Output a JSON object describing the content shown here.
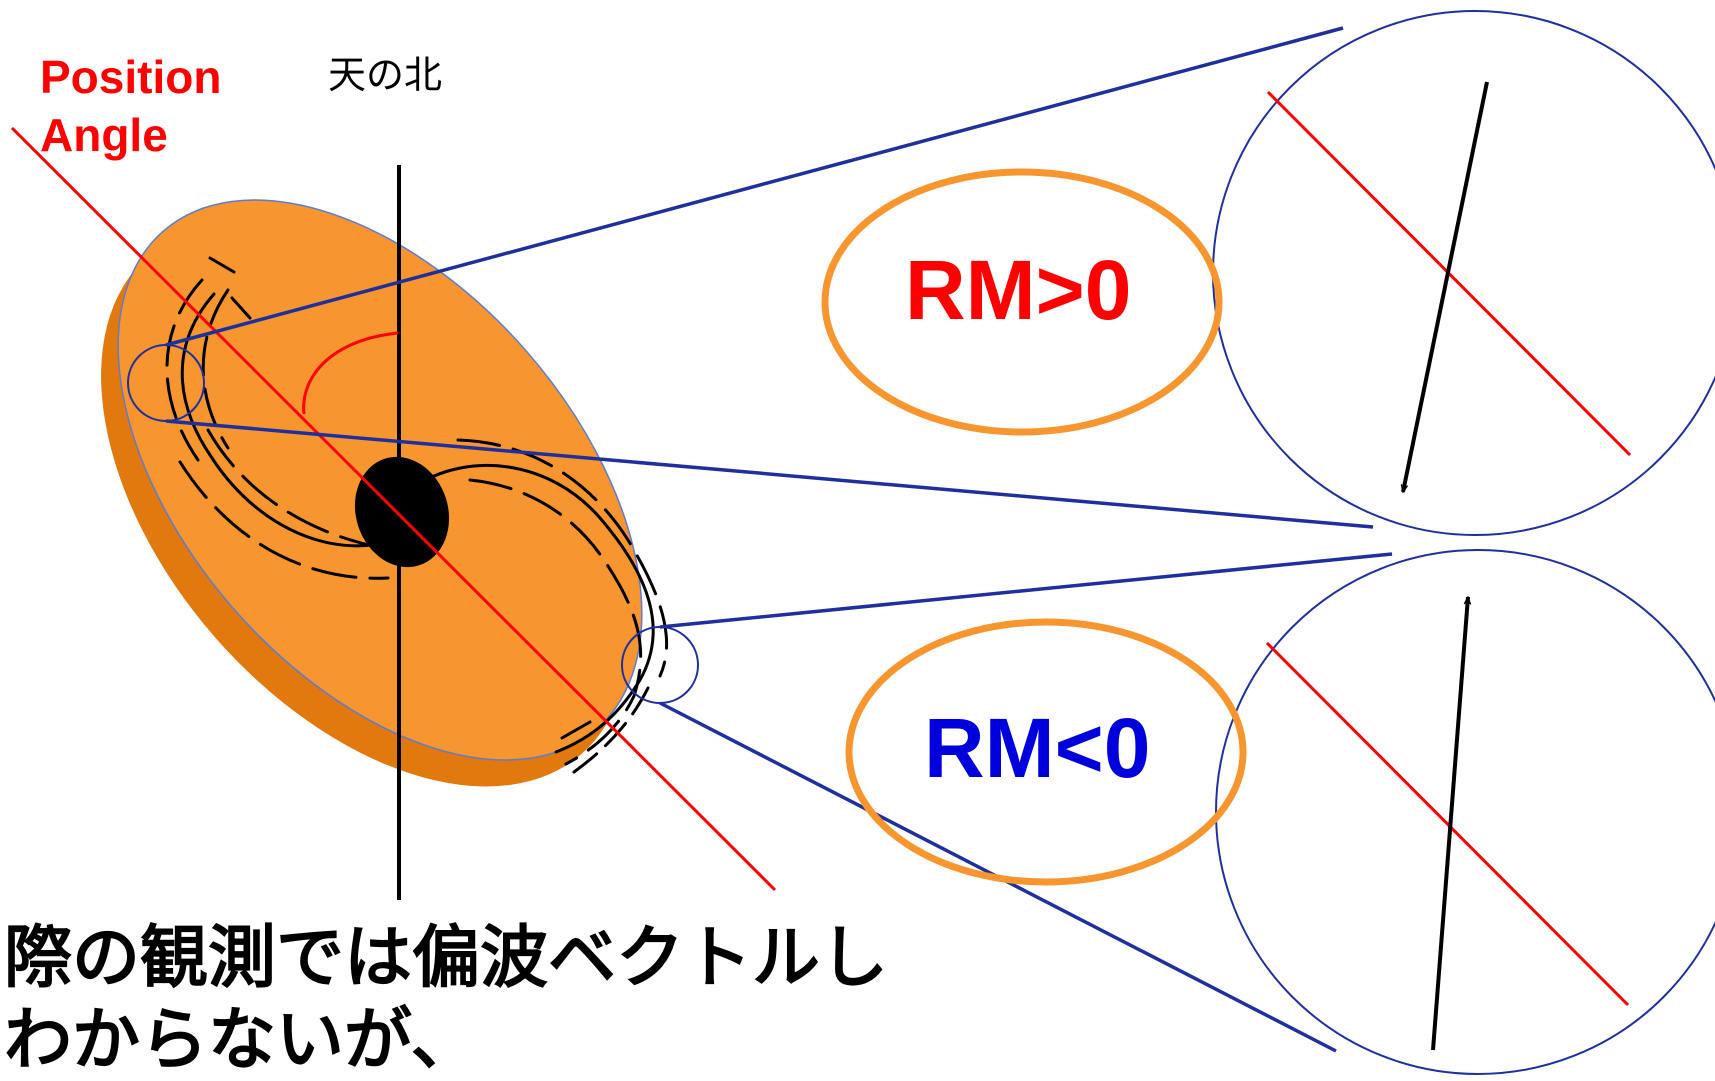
{
  "labels": {
    "position_angle_line1": "Position",
    "position_angle_line2": "Angle",
    "north": "天の北",
    "rm_positive": "RM>0",
    "rm_negative": "RM<0",
    "caption_line1": "際の観測では偏波ベクトルし",
    "caption_line2": "わからないが、"
  },
  "colors": {
    "disk_face": "#f7962f",
    "disk_edge": "#e2790f",
    "disk_outline": "#5b7bd5",
    "position_angle_line": "#ff0000",
    "north_line": "#000000",
    "zoom_lines": "#1f2f9e",
    "rm_positive_text": "#ff0000",
    "rm_negative_text": "#0000dd",
    "rm_ellipse": "#f7962f"
  }
}
